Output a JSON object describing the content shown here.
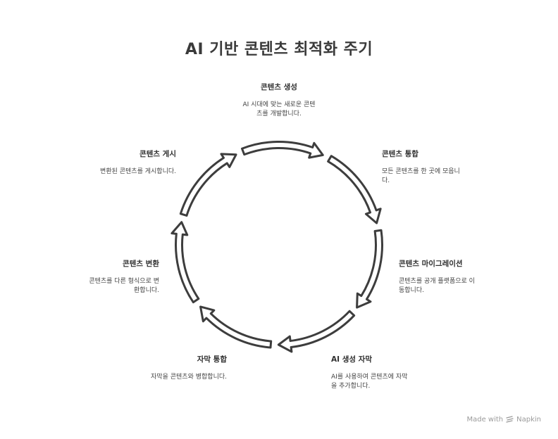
{
  "title": "AI 기반 콘텐츠 최적화 주기",
  "steps": [
    {
      "title": "콘텐츠 생성",
      "desc": "AI 시대에 맞는 새로운 콘텐츠를 개발합니다."
    },
    {
      "title": "콘텐츠 통합",
      "desc": "모든 콘텐츠를 한 곳에 모읍니다."
    },
    {
      "title": "콘텐츠 마이그레이션",
      "desc": "콘텐츠를 공개 플랫폼으로 이동합니다."
    },
    {
      "title": "AI 생성 자막",
      "desc": "AI를 사용하여 콘텐츠에 자막을 추가합니다."
    },
    {
      "title": "자막 통합",
      "desc": "자막을 콘텐츠와 병합합니다."
    },
    {
      "title": "콘텐츠 변환",
      "desc": "콘텐츠를 다른 형식으로 변환합니다."
    },
    {
      "title": "콘텐츠 게시",
      "desc": "변환된 콘텐츠를 게시합니다."
    }
  ],
  "footer": {
    "made_with": "Made with",
    "brand": "Napkin"
  },
  "colors": {
    "stroke": "#3d3d3d",
    "text": "#333333"
  }
}
